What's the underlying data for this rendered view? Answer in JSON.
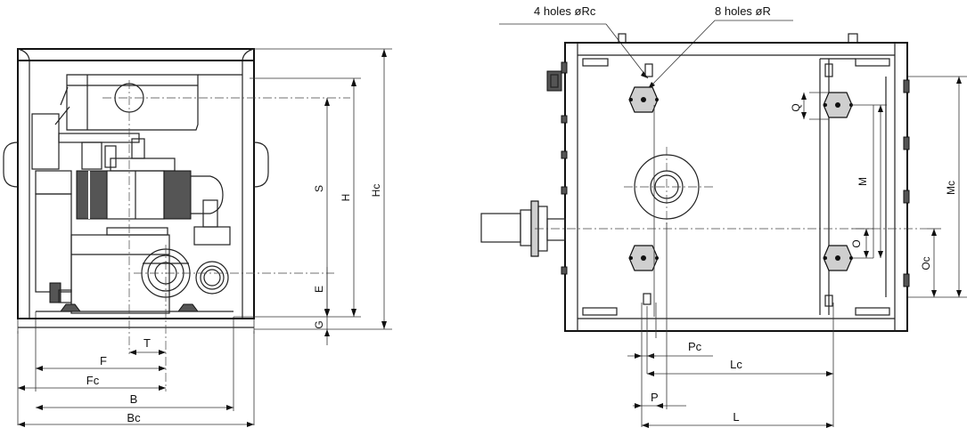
{
  "front_view": {
    "dims": {
      "Hc": "Hc",
      "H": "H",
      "S": "S",
      "E": "E",
      "G": "G",
      "T": "T",
      "F": "F",
      "Fc": "Fc",
      "B": "B",
      "Bc": "Bc"
    }
  },
  "top_view": {
    "callouts": {
      "holes_rc": "4 holes øRc",
      "holes_r": "8 holes øR"
    },
    "dims": {
      "Q": "Q",
      "M": "M",
      "Mc": "Mc",
      "O": "O",
      "Oc": "Oc",
      "Pc": "Pc",
      "Lc": "Lc",
      "P": "P",
      "L": "L"
    }
  }
}
